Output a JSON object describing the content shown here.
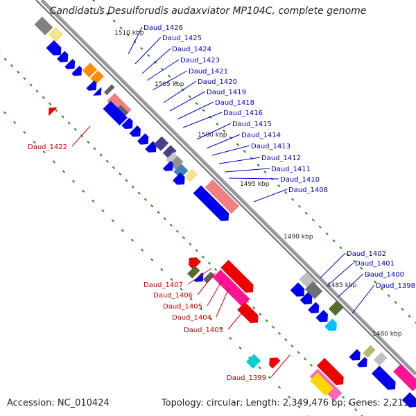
{
  "title": "Candidatus Desulforudis audaxviator MP104C, complete genome",
  "footer": {
    "accession": "Accession: NC_010424",
    "summary": "Topology: circular; Length: 2,349,476 bp; Genes: 2,211"
  },
  "scale": [
    {
      "label": "1510 kbp"
    },
    {
      "label": "1505 kbp"
    },
    {
      "label": "1500 kbp"
    },
    {
      "label": "1495 kbp"
    },
    {
      "label": "1490 kbp"
    },
    {
      "label": "1485 kbp"
    },
    {
      "label": "1480 kbp"
    }
  ],
  "gene_labels": [
    {
      "text": "Daud_1426",
      "color": "#0000cc"
    },
    {
      "text": "Daud_1425",
      "color": "#0000cc"
    },
    {
      "text": "Daud_1424",
      "color": "#0000cc"
    },
    {
      "text": "Daud_1423",
      "color": "#0000cc"
    },
    {
      "text": "Daud_1421",
      "color": "#0000cc"
    },
    {
      "text": "Daud_1420",
      "color": "#0000cc"
    },
    {
      "text": "Daud_1419",
      "color": "#0000cc"
    },
    {
      "text": "Daud_1418",
      "color": "#0000cc"
    },
    {
      "text": "Daud_1416",
      "color": "#0000cc"
    },
    {
      "text": "Daud_1415",
      "color": "#0000cc"
    },
    {
      "text": "Daud_1414",
      "color": "#0000cc"
    },
    {
      "text": "Daud_1413",
      "color": "#0000cc"
    },
    {
      "text": "Daud_1412",
      "color": "#0000cc"
    },
    {
      "text": "Daud_1411",
      "color": "#0000cc"
    },
    {
      "text": "Daud_1410",
      "color": "#0000cc"
    },
    {
      "text": "Daud_1408",
      "color": "#0000cc"
    },
    {
      "text": "Daud_1422",
      "color": "#cc0000"
    },
    {
      "text": "Daud_1402",
      "color": "#0000cc"
    },
    {
      "text": "Daud_1401",
      "color": "#0000cc"
    },
    {
      "text": "Daud_1400",
      "color": "#0000cc"
    },
    {
      "text": "Daud_1398",
      "color": "#0000cc"
    },
    {
      "text": "Daud_1407",
      "color": "#cc0000"
    },
    {
      "text": "Daud_1406",
      "color": "#cc0000"
    },
    {
      "text": "Daud_1405",
      "color": "#cc0000"
    },
    {
      "text": "Daud_1404",
      "color": "#cc0000"
    },
    {
      "text": "Daud_1403",
      "color": "#cc0000"
    },
    {
      "text": "Daud_1399",
      "color": "#cc0000"
    }
  ],
  "colors": {
    "backbone": "#888888",
    "forward": "#0000ee",
    "reverse": "#ee0000",
    "gc_dots": "#228b22"
  }
}
